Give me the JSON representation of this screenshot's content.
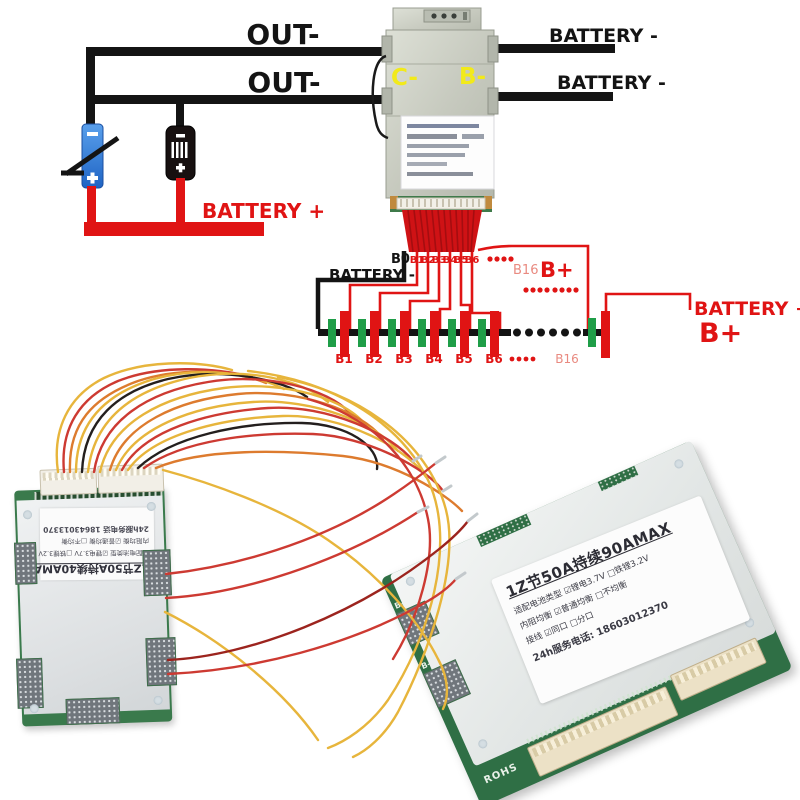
{
  "diagram": {
    "out_label_1": "OUT-",
    "out_label_2": "OUT-",
    "battery_minus_1": "BATTERY -",
    "battery_minus_2": "BATTERY -",
    "battery_plus_left": "BATTERY +",
    "port_c_minus": "C-",
    "port_b_minus": "B-",
    "b0": "B0",
    "taps": [
      "B1",
      "B2",
      "B3",
      "B4",
      "B5",
      "B6"
    ],
    "battery_minus_mid": "BATTERY -",
    "b16_top": "B16",
    "b_plus_top": "B+",
    "cells": [
      "B1",
      "B2",
      "B3",
      "B4",
      "B5",
      "B6"
    ],
    "b16_cell": "B16",
    "battery_plus_right": "BATTERY +",
    "b_plus_right": "B+"
  },
  "left_board": {
    "label": {
      "title": "1Z节50A持续40AMAX",
      "row1": "适配电池类型 ☑锂电3.7V □铁锂3.2V",
      "row2": "内阻均衡 ☑普通均衡 □不均衡",
      "phone": "24h服务电话 18643013370"
    }
  },
  "right_board": {
    "rohs": "ROHS",
    "pad_b_minus_1": "B-",
    "pad_b_minus_2": "B-",
    "label": {
      "title": "1Z节50A持续90AMAX",
      "row1": "适配电池类型 ☑锂电3.7V □铁锂3.2V",
      "row2": "内阻均衡 ☑普通均衡 □不均衡",
      "row3": "接线 ☑同口 □分口",
      "phone": "24h服务电话: 18603012370"
    }
  },
  "colors": {
    "diagram_red": "#e01414",
    "pcb_green": "#2f6f45",
    "board_silver": "#c9ccc2",
    "port_label_yellow": "#f2ea1a",
    "wire_yellow": "#e7b53c",
    "wire_red": "#cd3a32",
    "wire_orange": "#dd7b2e",
    "wire_black": "#241f1e"
  }
}
